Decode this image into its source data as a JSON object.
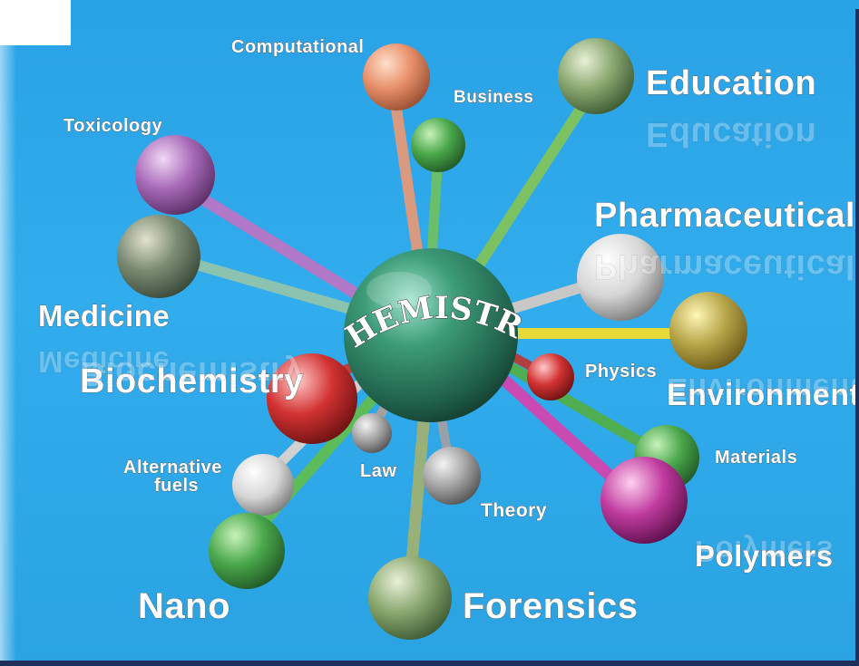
{
  "center": {
    "label": "CHEMISTRY",
    "color": "#2f8a6a"
  },
  "labels": {
    "computational": "Computational",
    "business": "Business",
    "education": "Education",
    "toxicology": "Toxicology",
    "pharmaceutical": "Pharmaceutical",
    "medicine": "Medicine",
    "biochemistry": "Biochemistry",
    "physics": "Physics",
    "environmental": "Environmental",
    "alternative_fuels_line1": "Alternative",
    "alternative_fuels_line2": "fuels",
    "law": "Law",
    "materials": "Materials",
    "theory": "Theory",
    "polymers": "Polymers",
    "nano": "Nano",
    "forensics": "Forensics"
  },
  "colors": {
    "background": "#2fa8ea",
    "computational": "#e8906a",
    "business": "#4bb04a",
    "education": "#7fb870",
    "toxicology": "#a86ab8",
    "medicine": "#6fae8e",
    "pharmaceutical": "#d8d8d8",
    "environmental": "#d6c02a",
    "physics": "#c03a3a",
    "biochemistry": "#d23232",
    "alternative_fuels": "#c8c8c8",
    "law": "#b8b0a8",
    "theory": "#b0b0b0",
    "materials": "#3f9a44",
    "polymers": "#c03ca0",
    "nano": "#3f9a44",
    "forensics": "#8aa870"
  }
}
